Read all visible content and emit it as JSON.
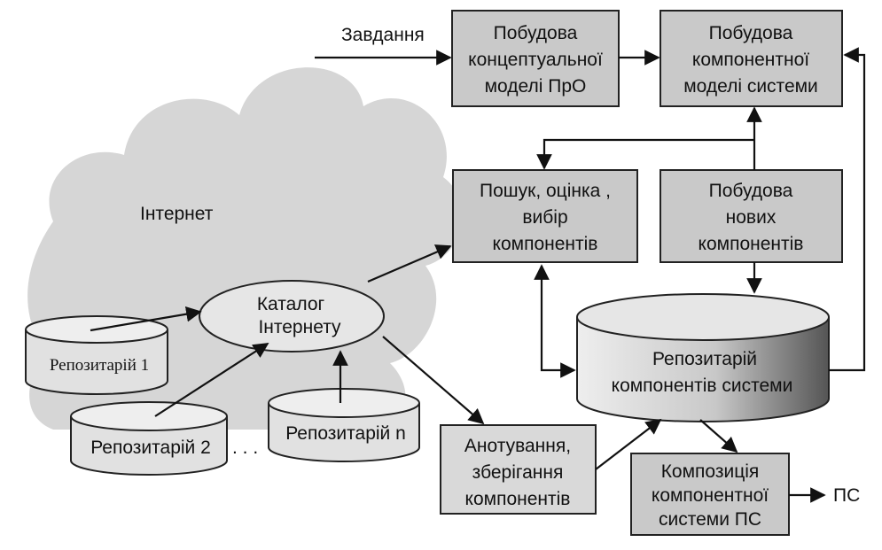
{
  "labels": {
    "task": "Завдання",
    "internet": "Інтернет",
    "ellipsis": ". . .",
    "output": "ПС"
  },
  "boxes": {
    "concept_model": [
      "Побудова",
      "концептуальної",
      "моделі ПрО"
    ],
    "component_model": [
      "Побудова",
      "компонентної",
      "моделі системи"
    ],
    "search": [
      "Пошук, оцінка ,",
      "вибір",
      "компонентів"
    ],
    "new_components": [
      "Побудова",
      "нових",
      "компонентів"
    ],
    "annotation": [
      "Анотування,",
      "зберігання",
      "компонентів"
    ],
    "composition": [
      "Композиція",
      "компонентної",
      "системи ПС"
    ]
  },
  "catalog": [
    "Каталог",
    "Інтернету"
  ],
  "system_repo": [
    "Репозитарій",
    "компонентів системи"
  ],
  "repos": {
    "r1": "Репозитарій 1",
    "r2": "Репозитарій 2",
    "rn": "Репозитарій n"
  },
  "colors": {
    "box_fill": "#c9c9c9",
    "cloud_fill": "#cfcfcf",
    "outline": "#222222"
  }
}
